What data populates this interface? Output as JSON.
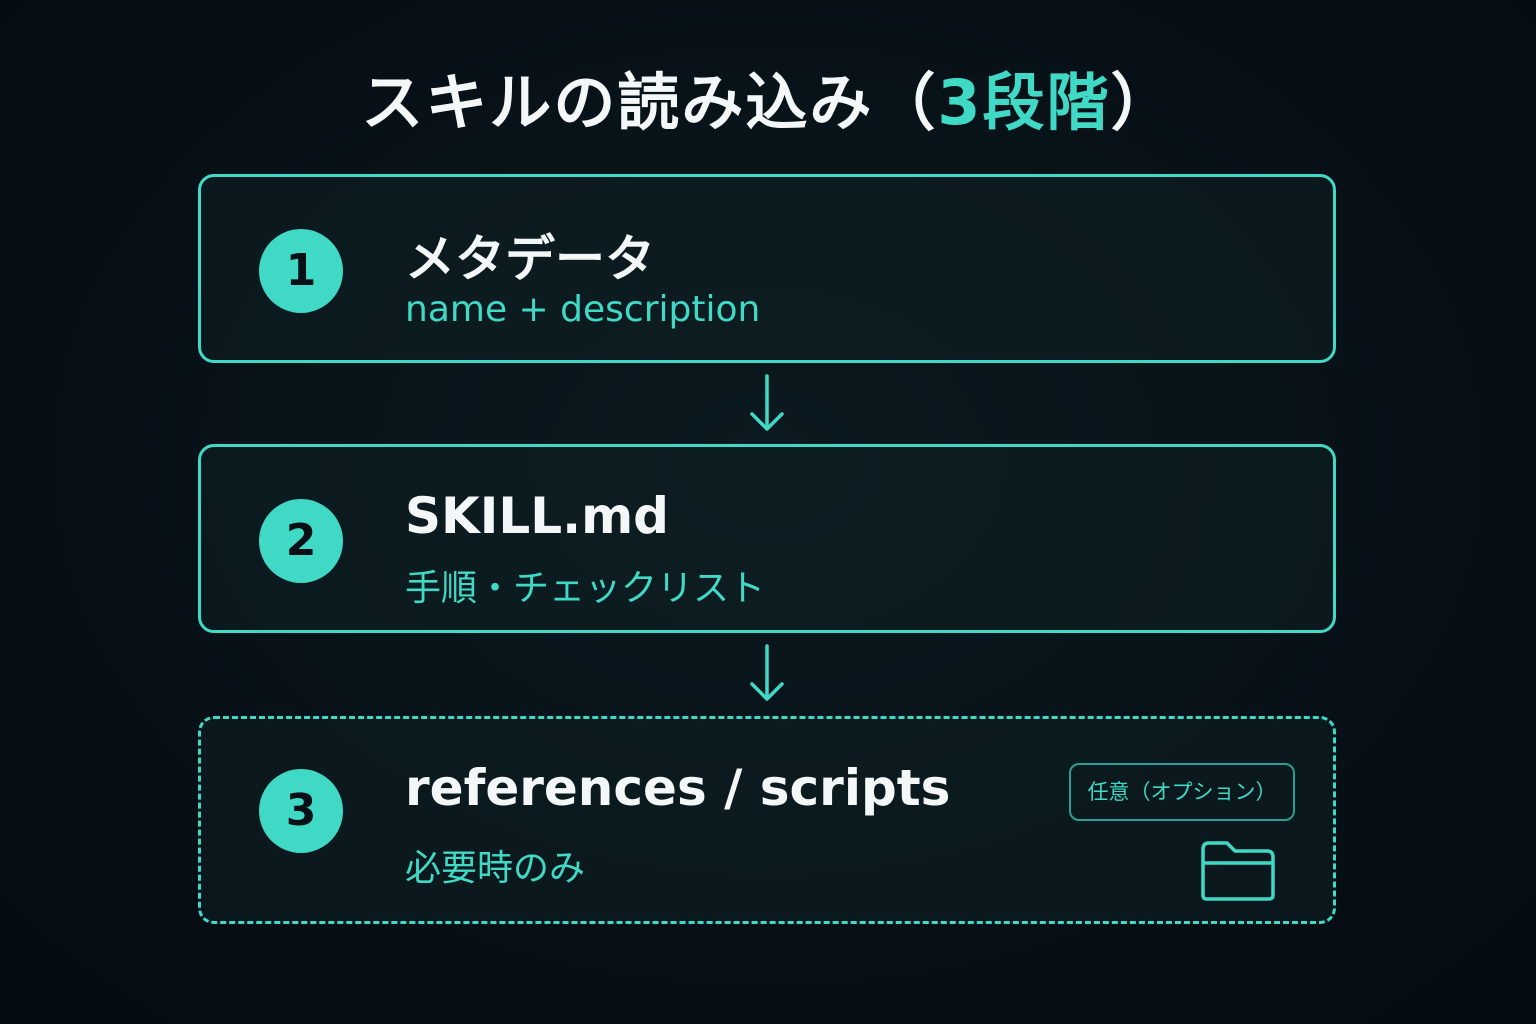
{
  "title": {
    "main": "スキルの読み込み（",
    "accent": "3段階",
    "close": "）"
  },
  "steps": [
    {
      "number": "1",
      "heading": "メタデータ",
      "sub": "name + description"
    },
    {
      "number": "2",
      "heading": "SKILL.md",
      "sub": "手順・チェックリスト"
    },
    {
      "number": "3",
      "heading": "references / scripts",
      "sub": "必要時のみ",
      "tag": "任意（オプション）",
      "icon": "folder-icon"
    }
  ],
  "colors": {
    "background": "#071017",
    "accent": "#3fd9c6",
    "text": "#f4f7f7"
  }
}
